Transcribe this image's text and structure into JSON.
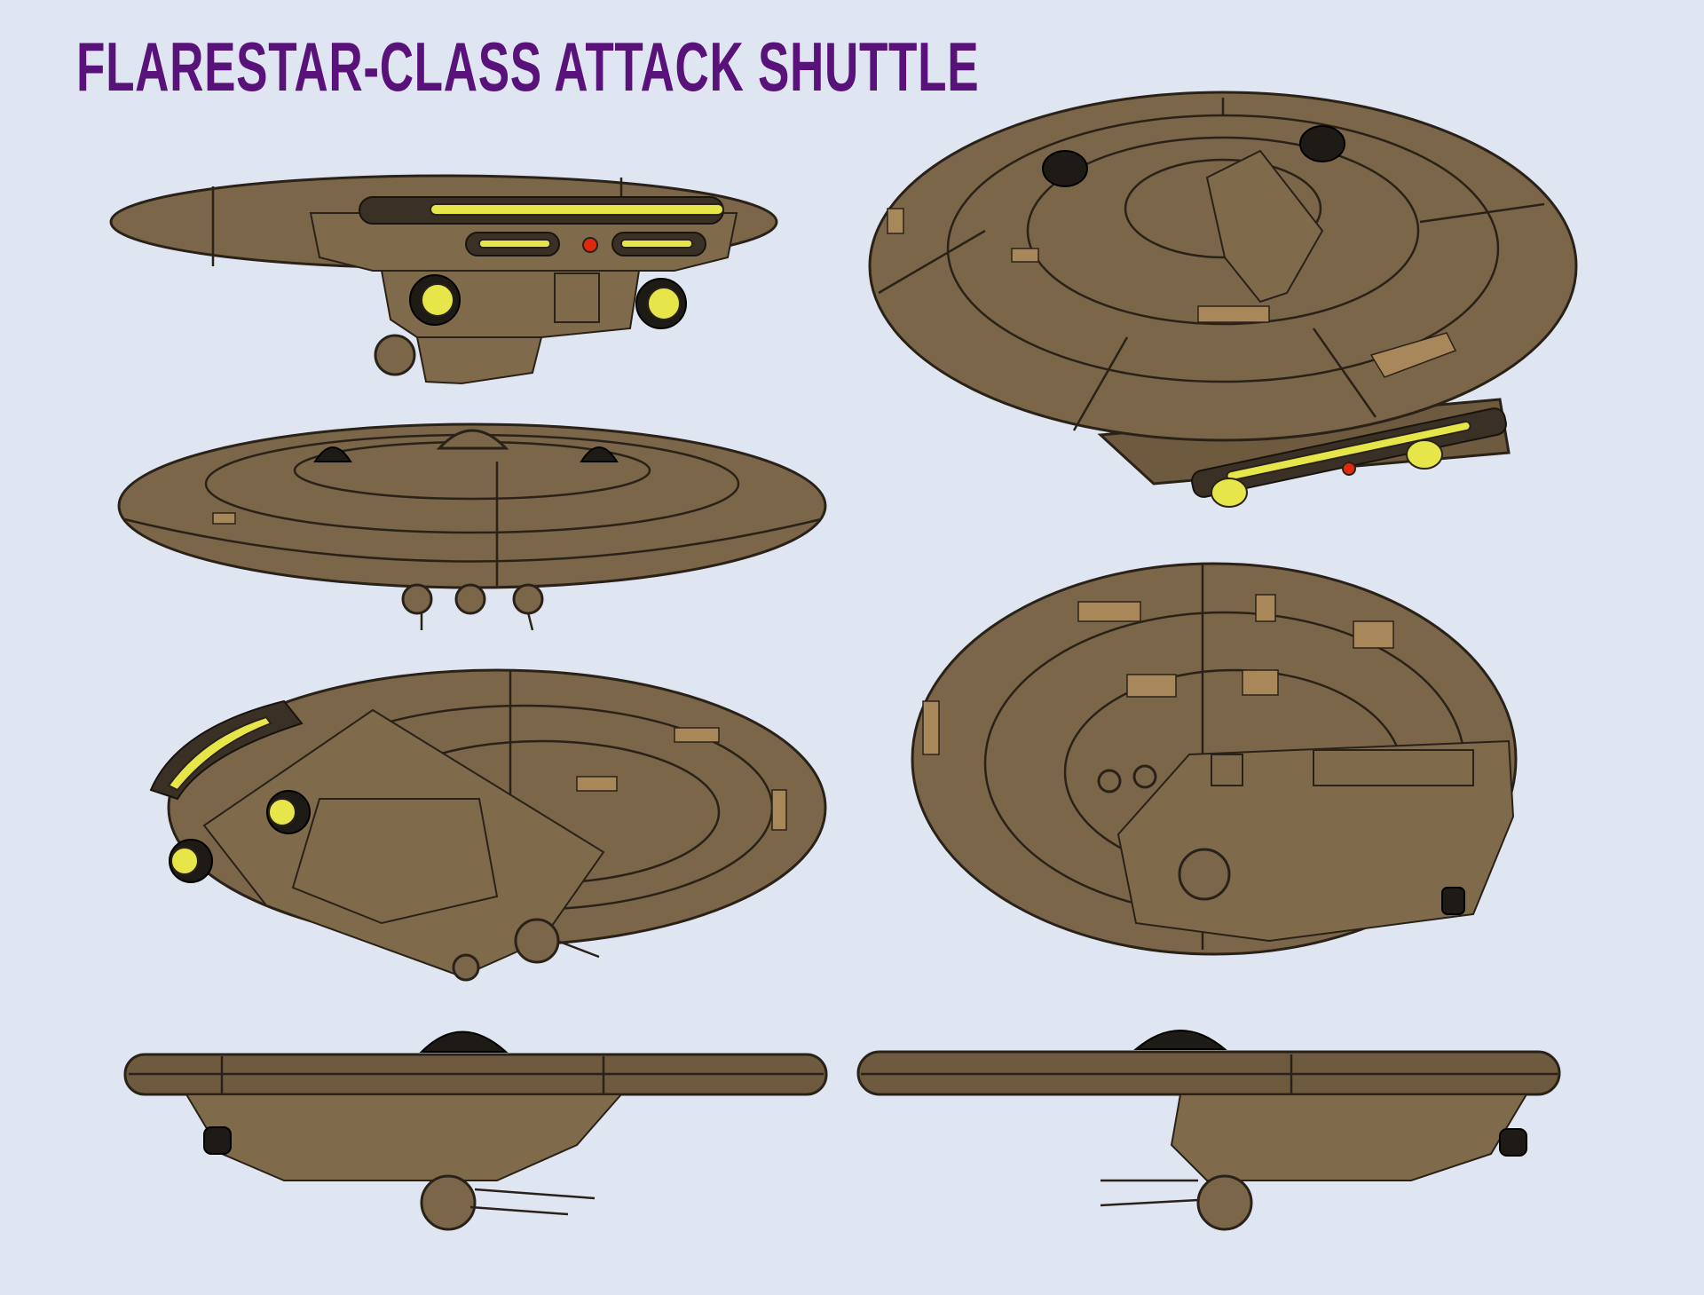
{
  "title": "FLARESTAR-CLASS ATTACK SHUTTLE",
  "colors": {
    "title": "#58127a",
    "background": "#dfe6f1",
    "hull": "#7b6649",
    "lights": "#e6e64a",
    "beacon": "#e02a10"
  },
  "views": [
    "front-view",
    "side-view-top",
    "three-quarter-top-view",
    "three-quarter-front-low-view",
    "underside-view",
    "side-view-left",
    "side-view-right"
  ]
}
